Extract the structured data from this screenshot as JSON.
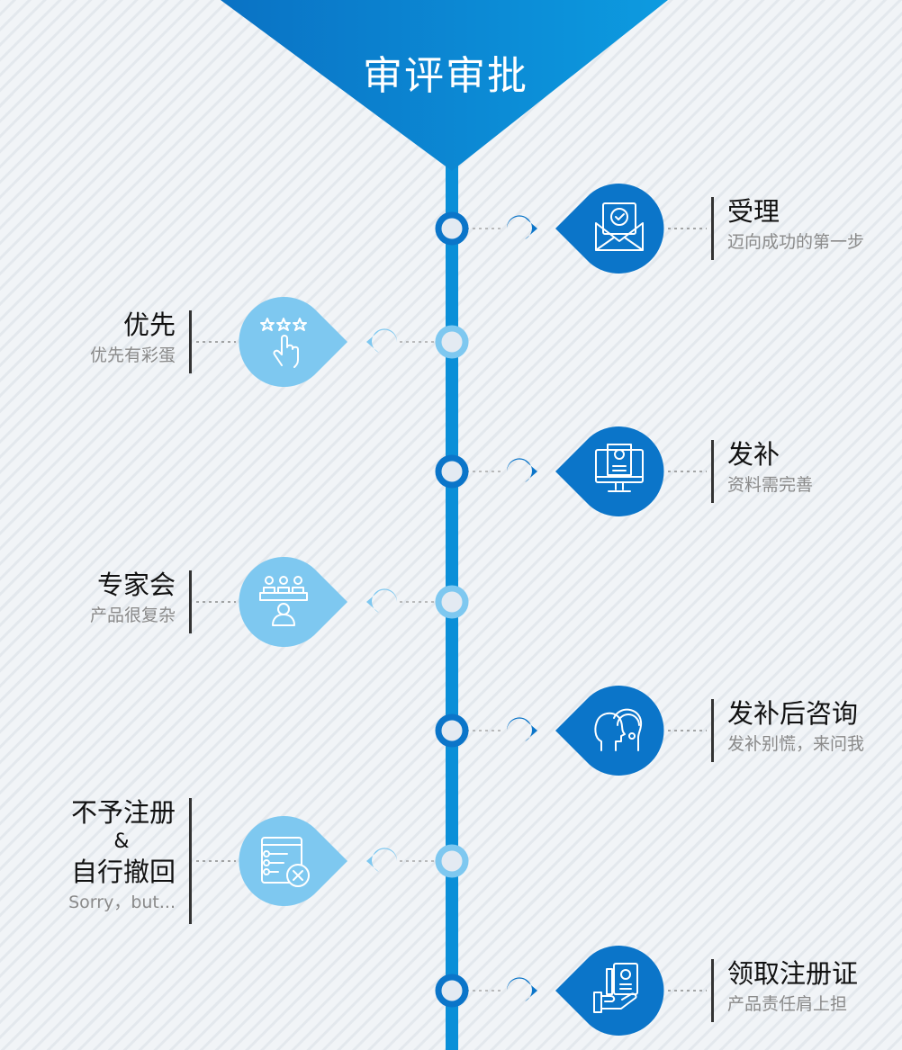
{
  "header": {
    "title": "审评审批"
  },
  "colors": {
    "spine": "#0a8fd8",
    "right_drop": "#0b75c9",
    "left_drop": "#7ec8f0",
    "node_fill": "#e3eaf2"
  },
  "steps": [
    {
      "side": "right",
      "title": "受理",
      "subtitle": "迈向成功的第一步",
      "icon": "envelope-check-icon"
    },
    {
      "side": "left",
      "title": "优先",
      "subtitle": "优先有彩蛋",
      "icon": "stars-hand-icon"
    },
    {
      "side": "right",
      "title": "发补",
      "subtitle": "资料需完善",
      "icon": "monitor-document-icon"
    },
    {
      "side": "left",
      "title": "专家会",
      "subtitle": "产品很复杂",
      "icon": "expert-meeting-icon"
    },
    {
      "side": "right",
      "title": "发补后咨询",
      "subtitle": "发补别慌，来问我",
      "icon": "consultant-headset-icon"
    },
    {
      "side": "left",
      "title": "不予注册",
      "title_amp": "&",
      "title2": "自行撤回",
      "subtitle": "Sorry，but...",
      "icon": "checklist-reject-icon"
    },
    {
      "side": "right",
      "title": "领取注册证",
      "subtitle": "产品责任肩上担",
      "icon": "certificate-hand-icon"
    }
  ]
}
